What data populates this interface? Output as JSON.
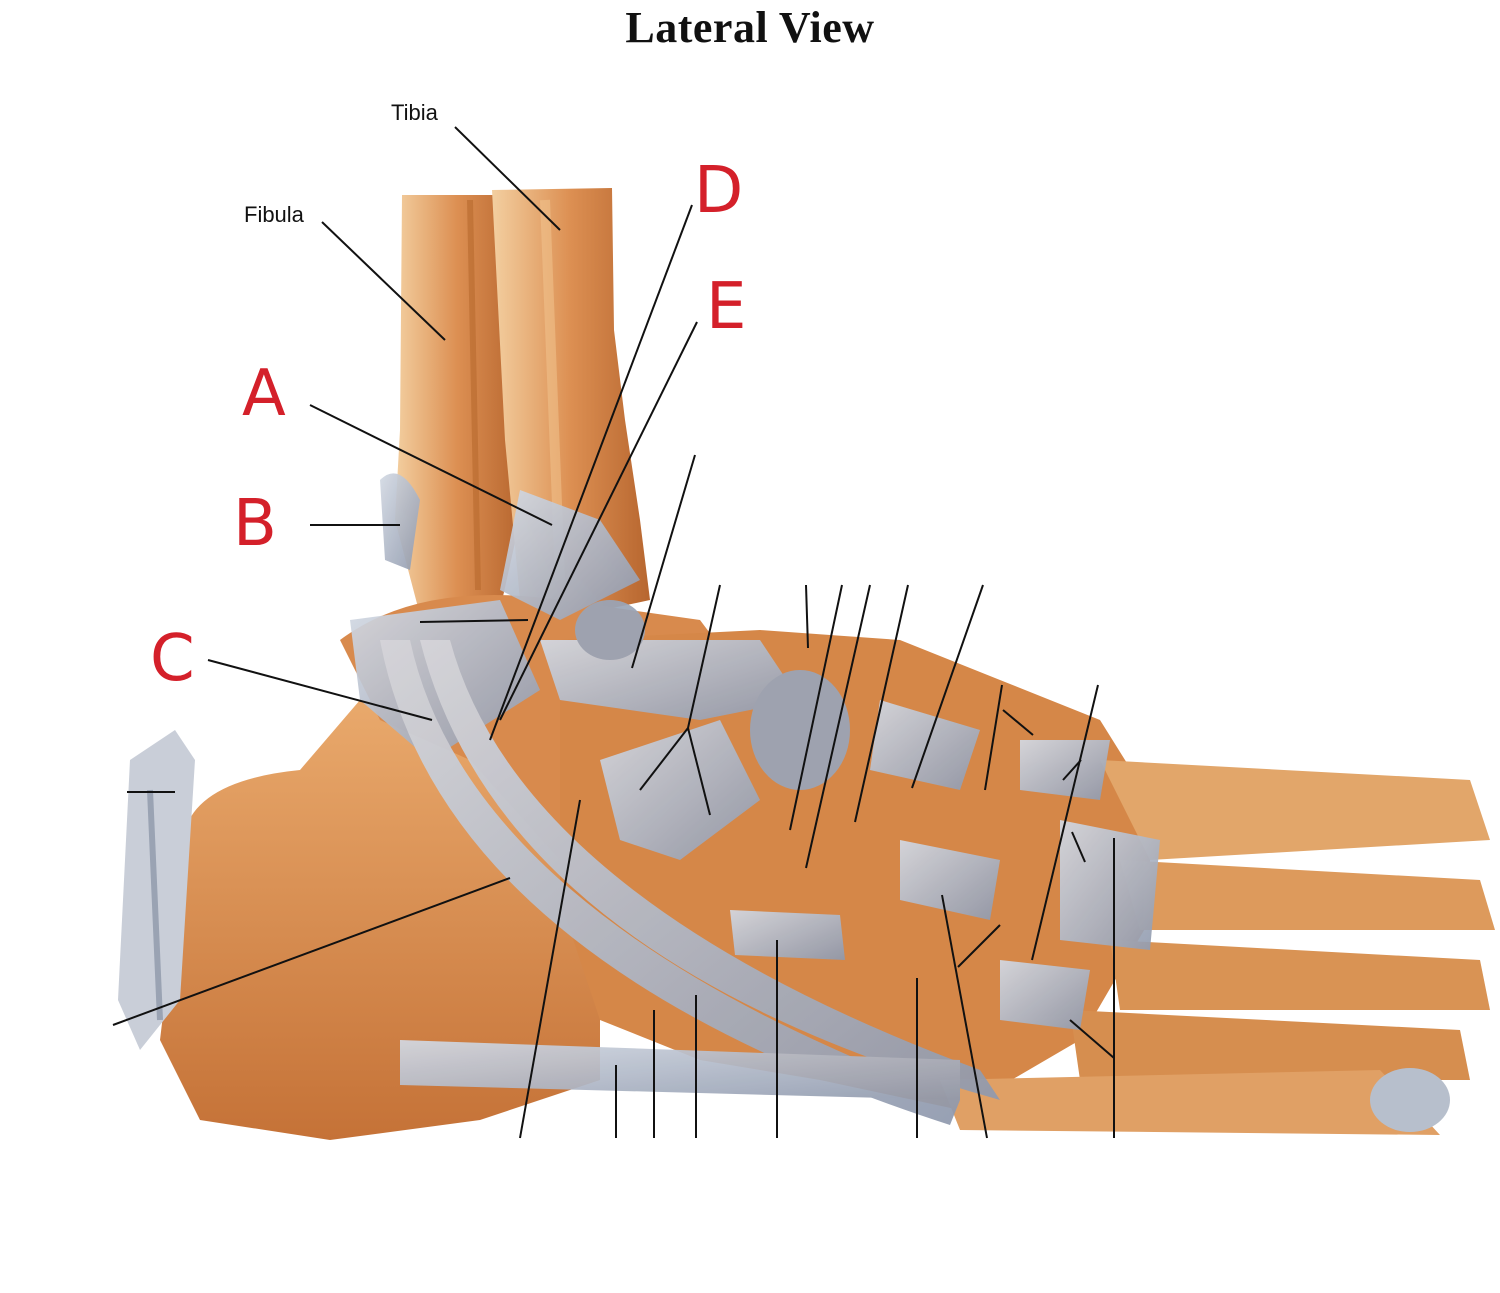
{
  "title": "Lateral View",
  "labels": {
    "tibia": "Tibia",
    "fibula": "Fibula",
    "a": "A",
    "b": "B",
    "c": "C",
    "d": "D",
    "e": "E"
  },
  "colors": {
    "bone": "#d98a4c",
    "bone_light": "#f0c592",
    "bone_dark": "#a85a26",
    "ligament": "#b4bccb",
    "ligament_dark": "#7e879a",
    "letter_label": "#d4202a",
    "leader": "#111111"
  }
}
